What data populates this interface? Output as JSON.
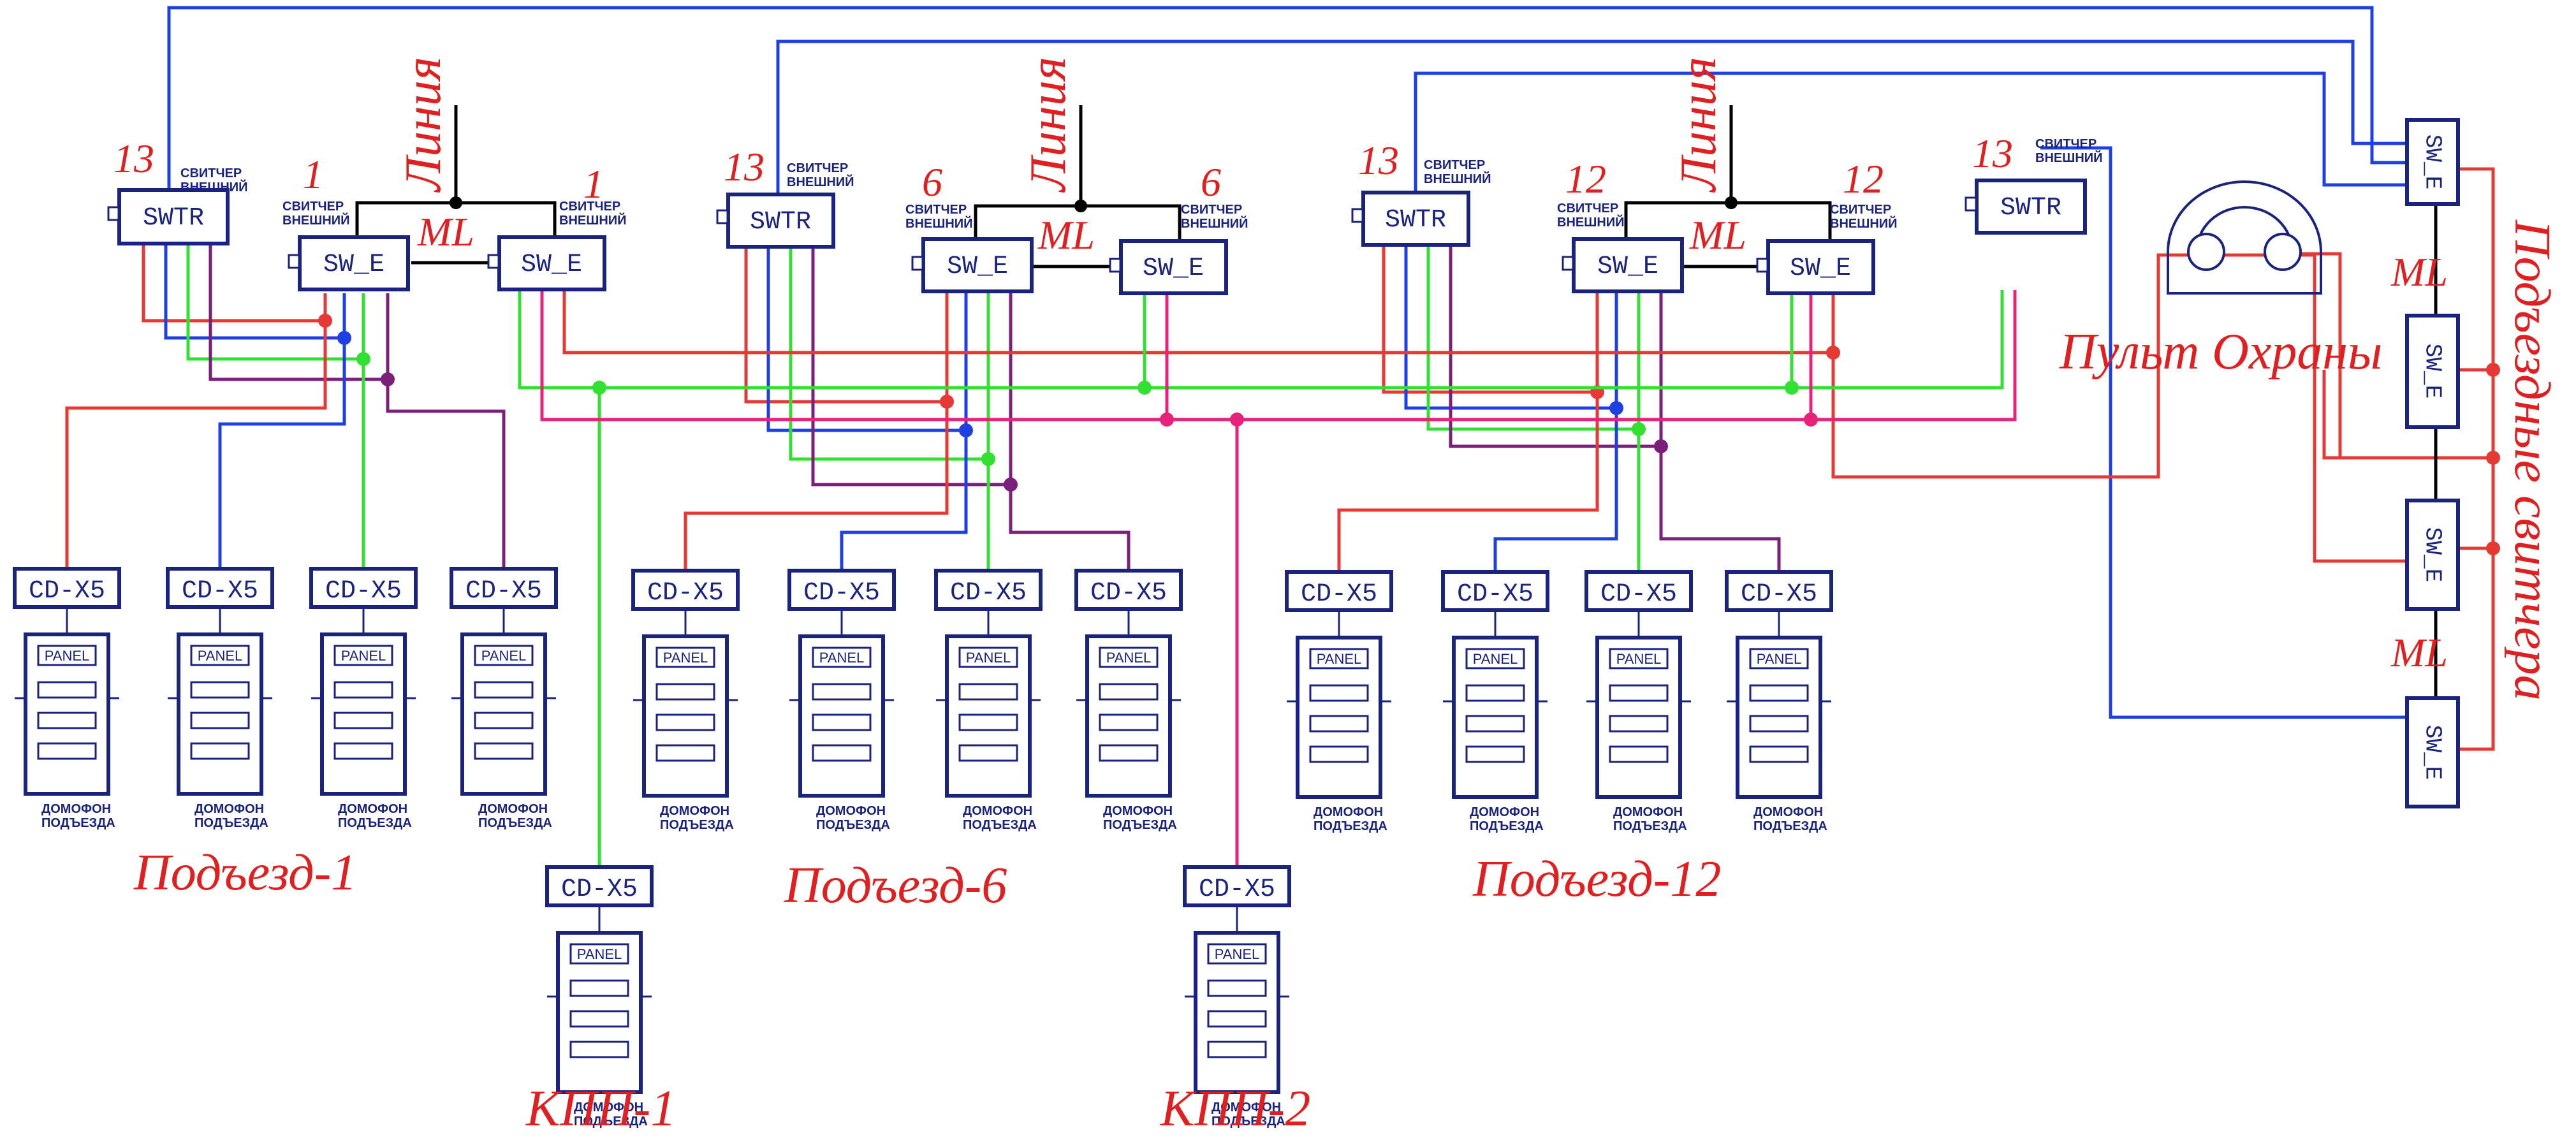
{
  "labels": {
    "swtr": "SWTR",
    "sw_e": "SW_E",
    "cd_x5": "CD-X5",
    "panel": "PANEL",
    "switcher_ext_line1": "СВИТЧЕР",
    "switcher_ext_line2": "ВНЕШНИЙ",
    "intercom_line1": "ДОМОФОН",
    "intercom_line2": "ПОДЪЕЗДА",
    "line": "Линия",
    "ml": "ML",
    "security_console": "Пульт Охраны",
    "entrance_switchers": "Подъездные свитчера"
  },
  "numbers": {
    "n13": "13",
    "n1": "1",
    "n6": "6",
    "n12": "12"
  },
  "groups": {
    "entrance_1": "Подъезд-1",
    "entrance_6": "Подъезд-6",
    "entrance_12": "Подъезд-12",
    "kpp_1": "КПП-1",
    "kpp_2": "КПП-2"
  },
  "colors": {
    "device_blue": "#1a237e",
    "annotation_red": "#e02020",
    "wire_red": "#e53935",
    "wire_green": "#32e032",
    "wire_blue": "#1e40e0",
    "wire_purple": "#7b1f7b",
    "wire_pink": "#e8227a",
    "wire_black": "#000000"
  }
}
